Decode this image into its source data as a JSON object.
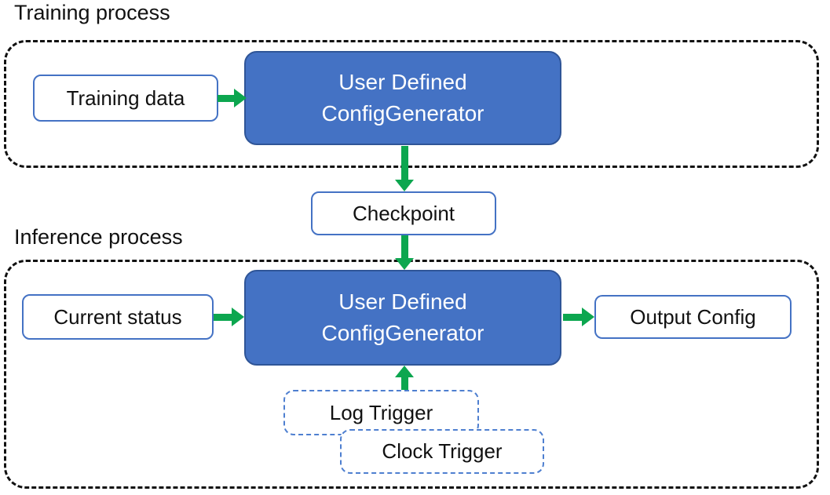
{
  "colors": {
    "generator_fill": "#4472C4",
    "generator_border": "#2F5597",
    "box_border_blue": "#4472C4",
    "trigger_border_blue": "#4E7FD0",
    "arrow_green": "#0CA64F",
    "container_dash_black": "#111111"
  },
  "training": {
    "label": "Training process",
    "input": "Training data",
    "generator": {
      "line1": "User Defined",
      "line2": "ConfigGenerator"
    }
  },
  "checkpoint": {
    "label": "Checkpoint"
  },
  "inference": {
    "label": "Inference process",
    "input": "Current status",
    "generator": {
      "line1": "User Defined",
      "line2": "ConfigGenerator"
    },
    "output": "Output Config",
    "triggers": {
      "log": "Log Trigger",
      "clock": "Clock Trigger"
    }
  }
}
